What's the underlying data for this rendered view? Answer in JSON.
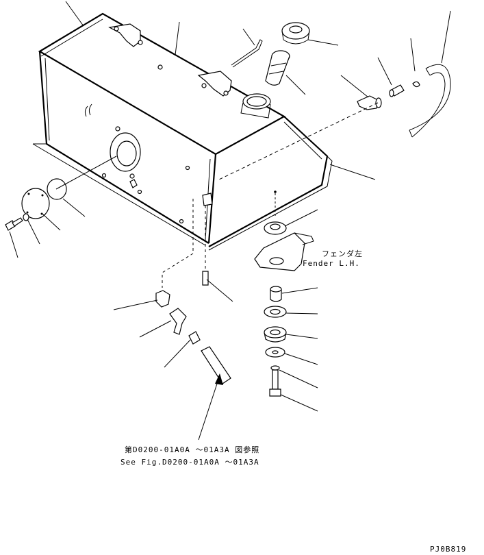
{
  "annotations": {
    "fender_jp": "フェンダ左",
    "fender_en": "Fender L.H.",
    "ref_jp": "第D0200-01A0A ～01A3A 図参照",
    "ref_en": "See Fig.D0200-01A0A ～01A3A",
    "figure_code": "PJ0B819"
  },
  "colors": {
    "ink": "#000000",
    "background": "#ffffff"
  }
}
